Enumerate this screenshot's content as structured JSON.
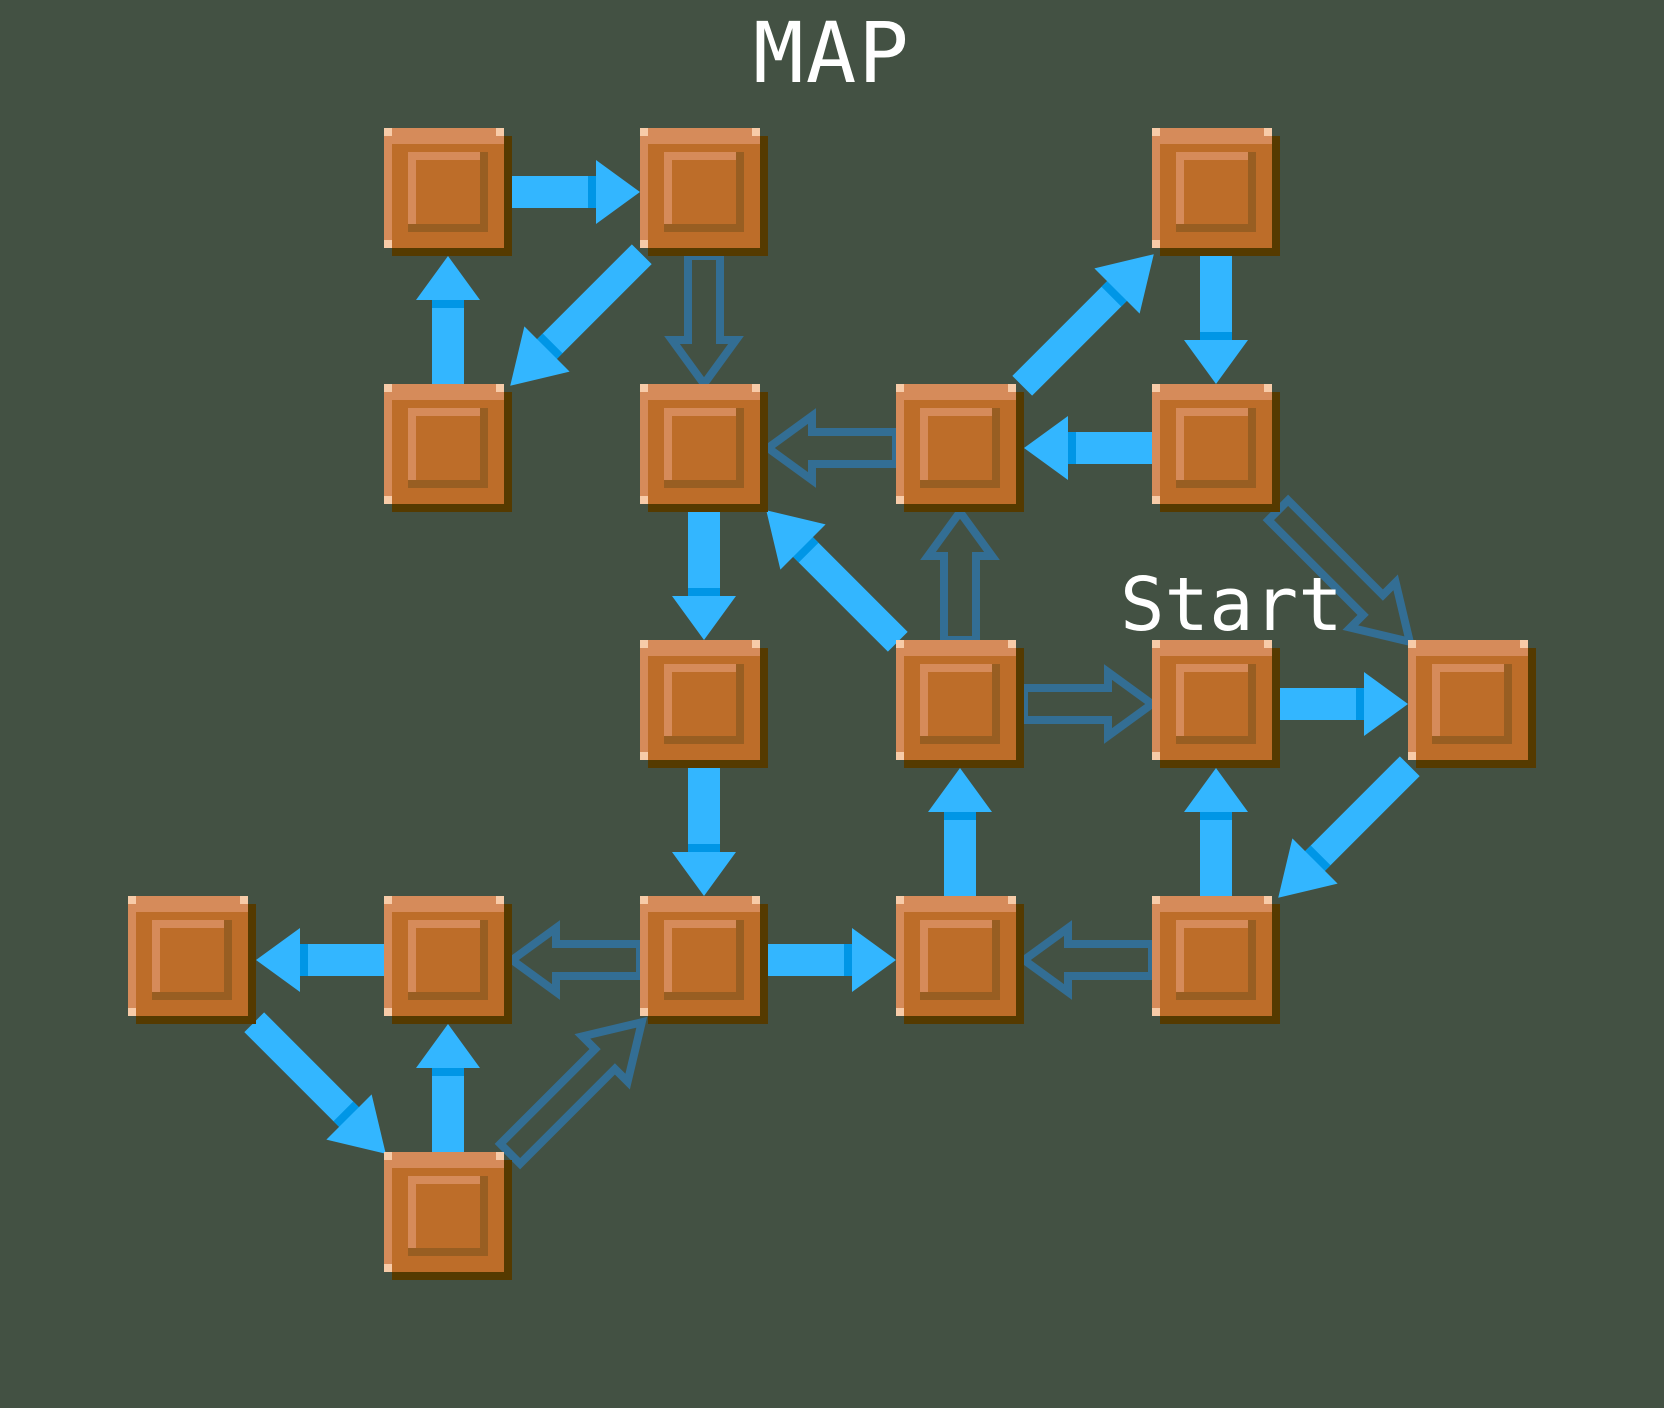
{
  "title": "MAP",
  "start_label": "Start",
  "start_node": "n_4_2",
  "colors": {
    "background": "#435143",
    "arrow_solid": "#33b6ff",
    "arrow_hollow": "#336e94",
    "tile": "#bd6d29",
    "tile_light": "#d68b5a",
    "tile_dark": "#985e22",
    "tile_shadow": "#553a00",
    "tile_corner": "#f7cba8",
    "text": "#ffffff"
  },
  "nodes": [
    "n_1_0",
    "n_2_0",
    "n_4_0",
    "n_1_1",
    "n_2_1",
    "n_3_1",
    "n_4_1",
    "n_2_2",
    "n_3_2",
    "n_4_2",
    "n_5_2",
    "n_0_3",
    "n_1_3",
    "n_2_3",
    "n_3_3",
    "n_4_3",
    "n_1_4"
  ],
  "edges": [
    {
      "from": "n_1_0",
      "to": "n_2_0",
      "style": "solid"
    },
    {
      "from": "n_1_1",
      "to": "n_1_0",
      "style": "solid"
    },
    {
      "from": "n_2_0",
      "to": "n_1_1",
      "style": "solid"
    },
    {
      "from": "n_2_0",
      "to": "n_2_1",
      "style": "hollow"
    },
    {
      "from": "n_3_1",
      "to": "n_4_0",
      "style": "solid"
    },
    {
      "from": "n_4_0",
      "to": "n_4_1",
      "style": "solid"
    },
    {
      "from": "n_4_1",
      "to": "n_3_1",
      "style": "solid"
    },
    {
      "from": "n_3_1",
      "to": "n_2_1",
      "style": "hollow"
    },
    {
      "from": "n_2_1",
      "to": "n_2_2",
      "style": "solid"
    },
    {
      "from": "n_3_2",
      "to": "n_2_1",
      "style": "solid"
    },
    {
      "from": "n_3_2",
      "to": "n_3_1",
      "style": "hollow"
    },
    {
      "from": "n_4_1",
      "to": "n_5_2",
      "style": "hollow"
    },
    {
      "from": "n_3_2",
      "to": "n_4_2",
      "style": "hollow"
    },
    {
      "from": "n_4_2",
      "to": "n_5_2",
      "style": "solid"
    },
    {
      "from": "n_5_2",
      "to": "n_4_3",
      "style": "solid"
    },
    {
      "from": "n_4_3",
      "to": "n_4_2",
      "style": "solid"
    },
    {
      "from": "n_3_3",
      "to": "n_3_2",
      "style": "solid"
    },
    {
      "from": "n_2_2",
      "to": "n_2_3",
      "style": "solid"
    },
    {
      "from": "n_1_3",
      "to": "n_0_3",
      "style": "solid"
    },
    {
      "from": "n_2_3",
      "to": "n_1_3",
      "style": "hollow"
    },
    {
      "from": "n_2_3",
      "to": "n_3_3",
      "style": "solid"
    },
    {
      "from": "n_4_3",
      "to": "n_3_3",
      "style": "hollow"
    },
    {
      "from": "n_0_3",
      "to": "n_1_4",
      "style": "solid"
    },
    {
      "from": "n_1_4",
      "to": "n_1_3",
      "style": "solid"
    },
    {
      "from": "n_1_4",
      "to": "n_2_3",
      "style": "hollow"
    }
  ]
}
